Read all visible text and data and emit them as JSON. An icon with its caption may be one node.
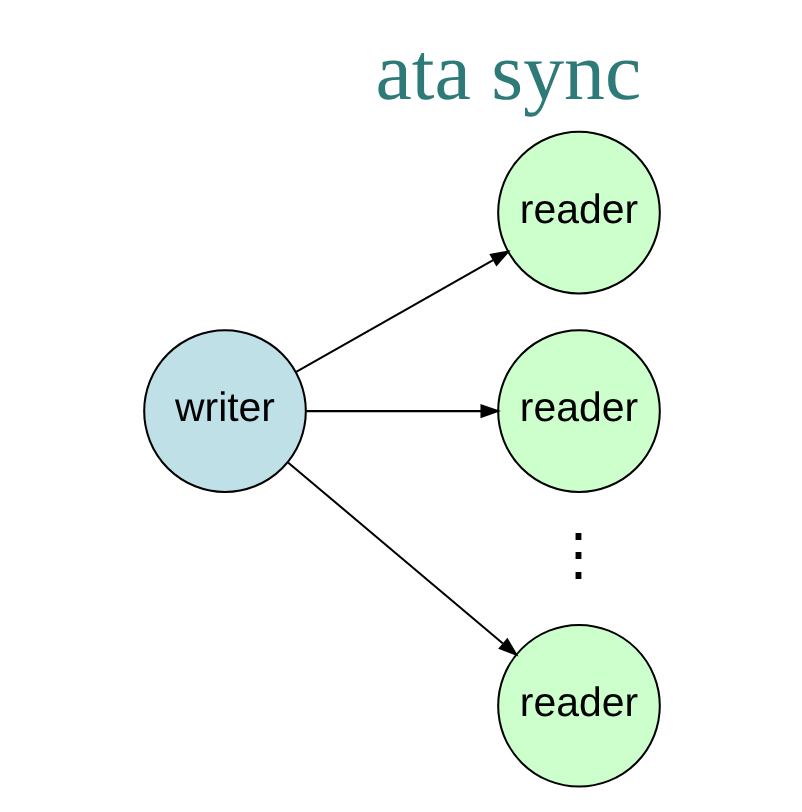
{
  "diagram": {
    "title": "ata sync",
    "nodes": [
      {
        "text": [
          "writer"
        ]
      },
      {
        "text": [
          "reader"
        ]
      },
      {
        "text": [
          "reader"
        ]
      },
      {
        "text": [
          "reader"
        ]
      }
    ],
    "edges": [
      {
        "from": 0,
        "to": 1,
        "arrow": "to"
      },
      {
        "from": 0,
        "to": 2,
        "arrow": "to"
      },
      {
        "from": 0,
        "to": 3,
        "arrow": "to"
      }
    ],
    "labels": [
      "⋮"
    ]
  }
}
